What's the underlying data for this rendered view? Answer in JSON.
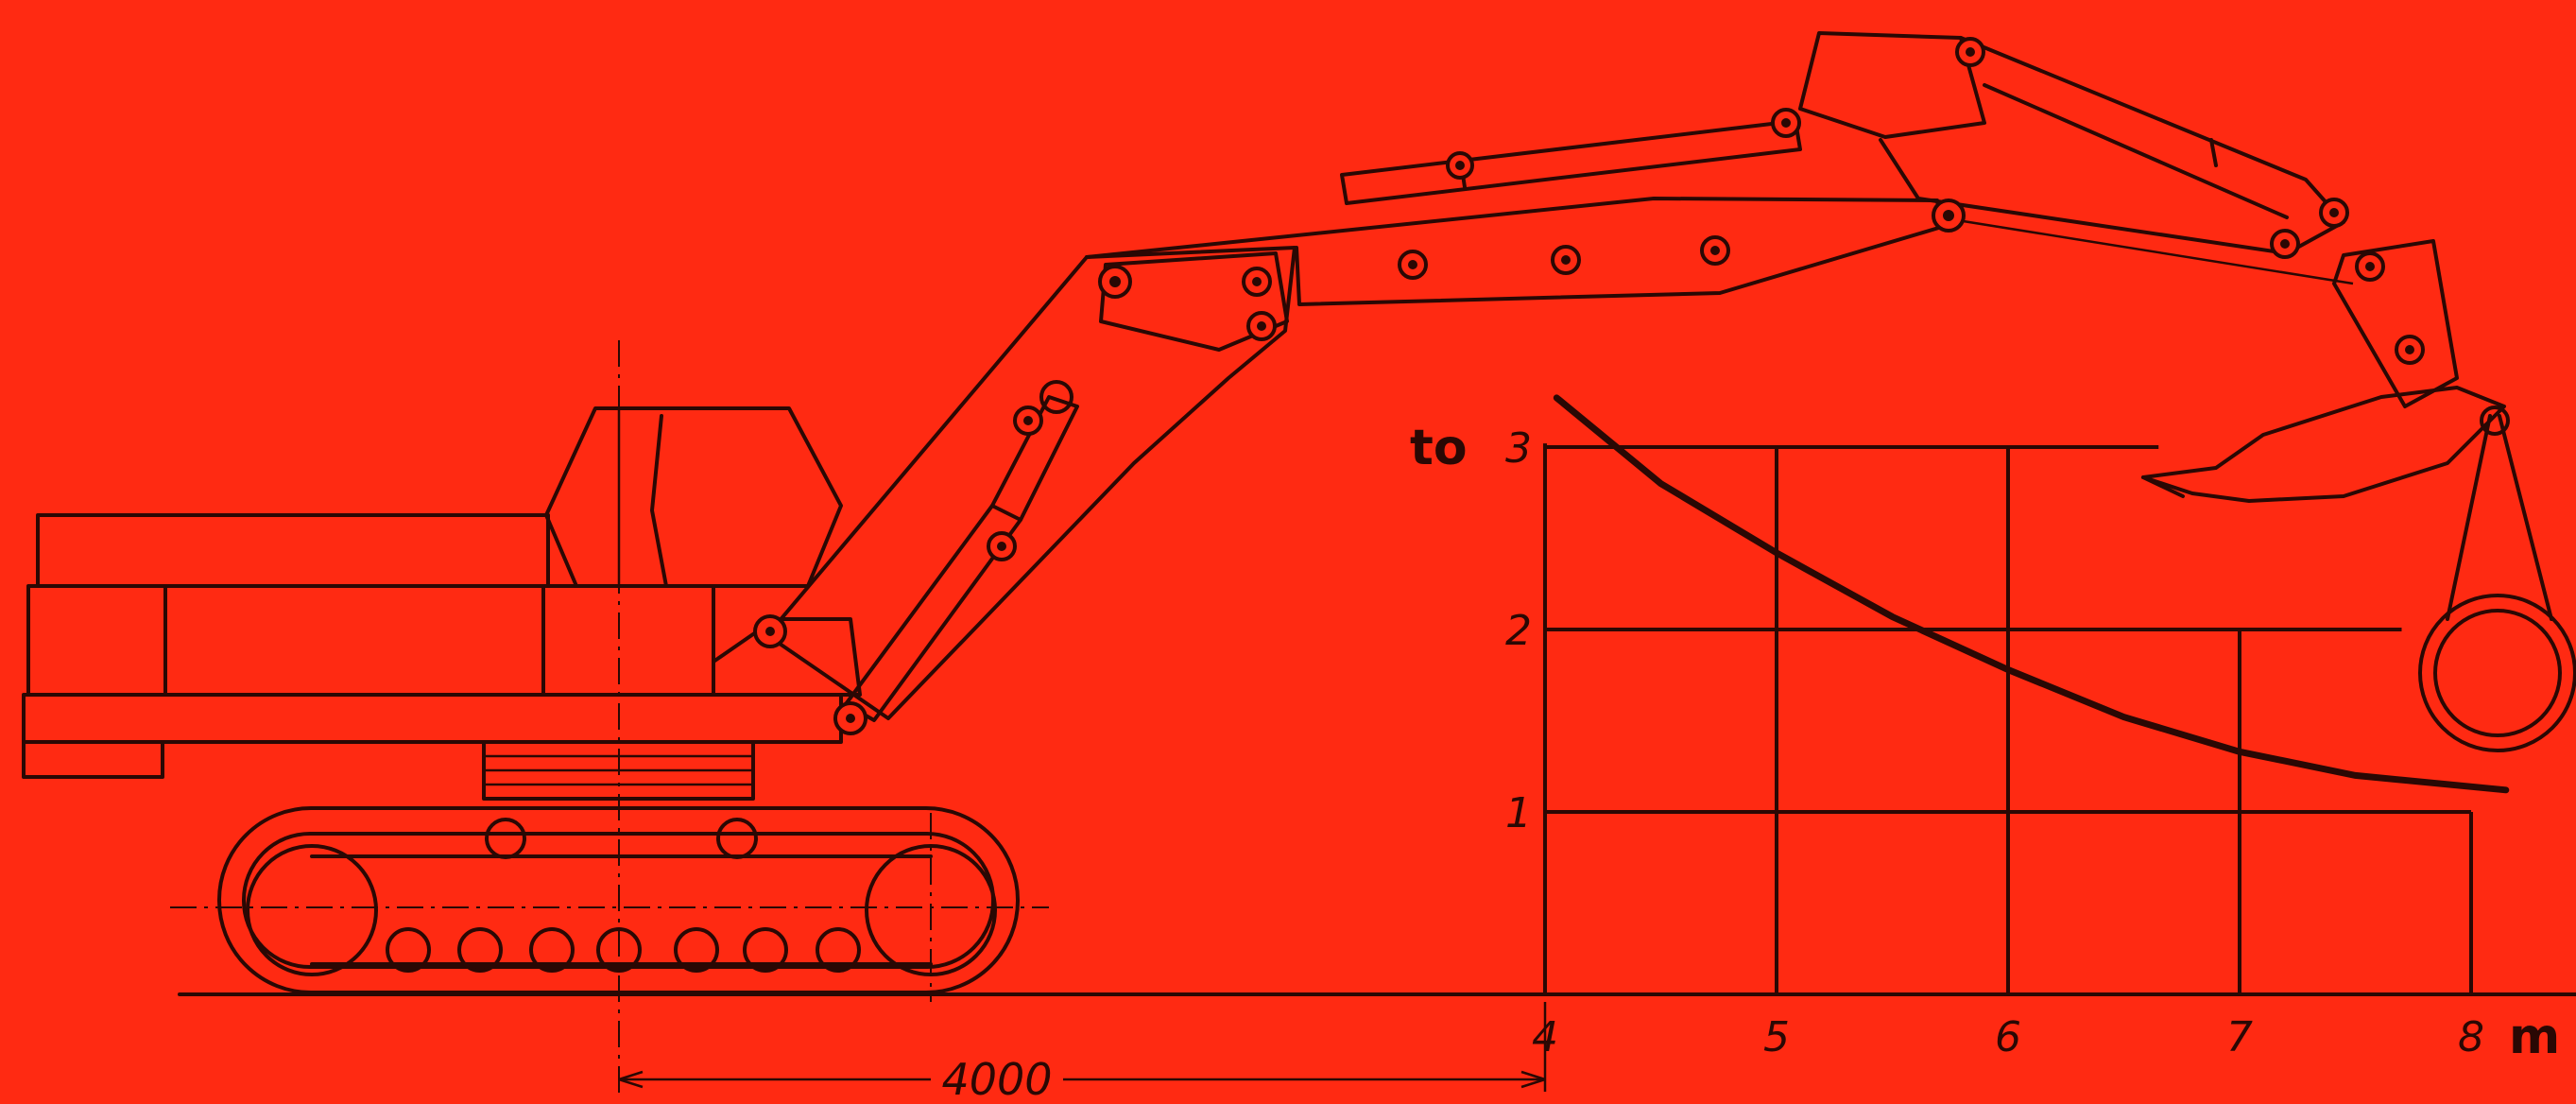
{
  "colors": {
    "background": "#ff2a12",
    "ink": "#2a0804"
  },
  "dimension": {
    "label": "4000"
  },
  "chart_data": {
    "type": "line",
    "xlabel": "m",
    "ylabel": "to",
    "xlim": [
      4,
      8
    ],
    "ylim": [
      0,
      3
    ],
    "x_ticks": [
      "4",
      "5",
      "6",
      "7",
      "8"
    ],
    "y_ticks": [
      "1",
      "2",
      "3"
    ],
    "grid": true,
    "series": [
      {
        "x": [
          4.05,
          4.5,
          5.0,
          5.5,
          6.0,
          6.5,
          7.0,
          7.5,
          8.15
        ],
        "y": [
          3.27,
          2.8,
          2.42,
          2.07,
          1.78,
          1.52,
          1.33,
          1.2,
          1.12
        ]
      }
    ]
  }
}
